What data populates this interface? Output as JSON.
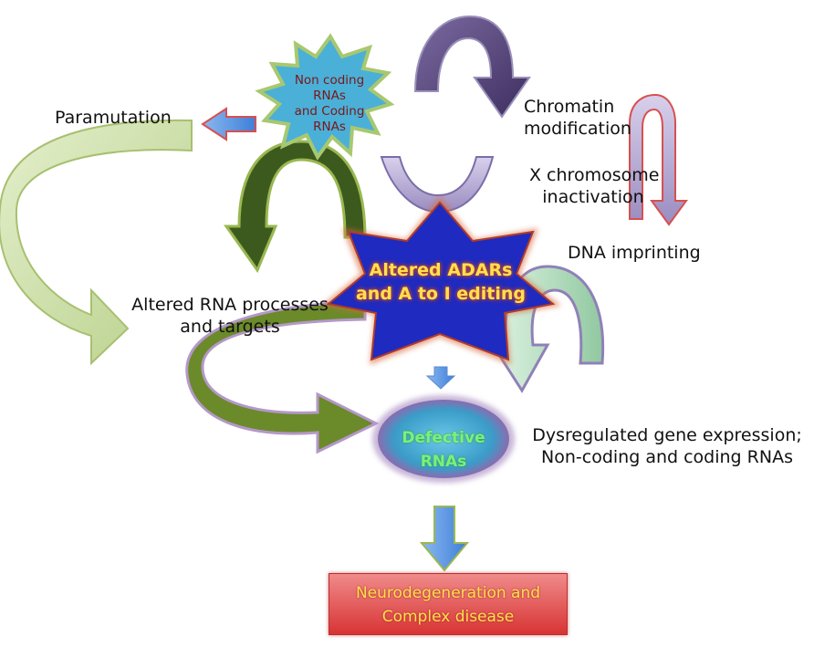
{
  "nodes": {
    "ncrna": [
      "Non coding",
      "RNAs",
      "and Coding",
      "RNAs"
    ],
    "adar": [
      "Altered ADARs",
      "and A to I editing"
    ],
    "defective": [
      "Defective",
      "RNAs"
    ],
    "disease": [
      "Neurodegeneration and",
      "Complex disease"
    ]
  },
  "labels": {
    "paramutation": "Paramutation",
    "chromatin": [
      "Chromatin",
      "modification"
    ],
    "xchrom": [
      "X chromosome",
      "inactivation"
    ],
    "dna_imprinting": "DNA imprinting",
    "altered_rna": [
      "Altered RNA processes",
      "and targets"
    ],
    "dysregulated": [
      "Dysregulated gene expression;",
      "Non-coding and coding RNAs"
    ]
  },
  "colors": {
    "dark_green_arrow": "#3d5a1e",
    "olive_arrow": "#6b8a2a",
    "light_green_arrow": "#c8dd9e",
    "purple_arrow": "#5c4a80",
    "lavender_arrow": "#a898c8",
    "blue_star": "#1e2ac0",
    "cyan_burst": "#4ab0d8",
    "red_box": "#d83434",
    "yellow_text": "#ffe14d"
  }
}
